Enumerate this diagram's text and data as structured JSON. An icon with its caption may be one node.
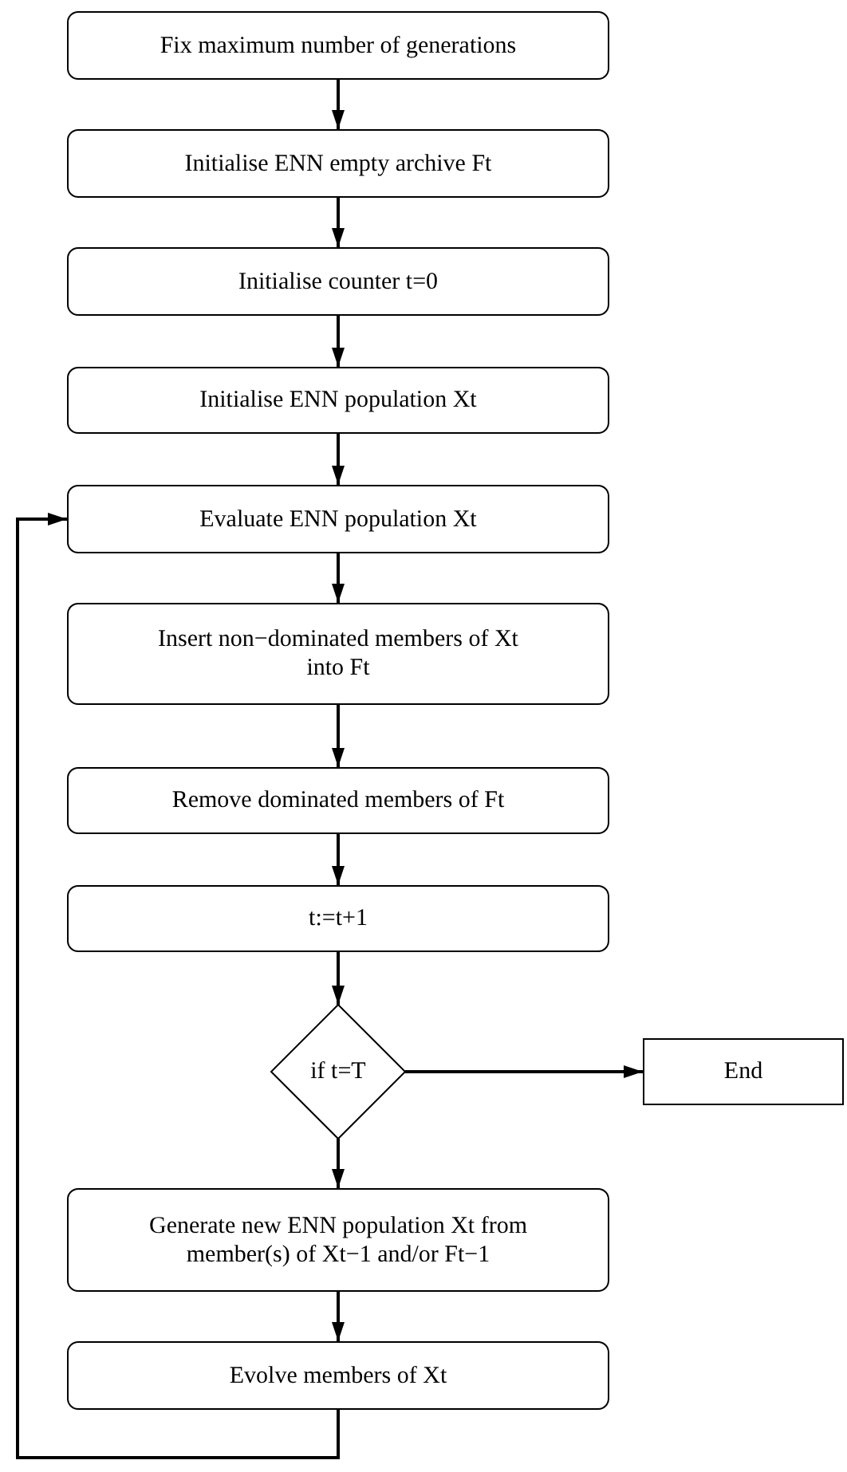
{
  "diagram": {
    "nodes": [
      {
        "text": [
          "Fix maximum number of generations"
        ]
      },
      {
        "text": [
          "Initialise ENN empty archive Ft"
        ]
      },
      {
        "text": [
          "Initialise counter t=0"
        ]
      },
      {
        "text": [
          "Initialise ENN population Xt"
        ]
      },
      {
        "text": [
          "Evaluate ENN population Xt"
        ]
      },
      {
        "text": [
          "Insert non−dominated members of Xt into Ft"
        ]
      },
      {
        "text": [
          "Remove dominated members of Ft"
        ]
      },
      {
        "text": [
          "t:=t+1"
        ]
      },
      {
        "text": [
          "if t=T"
        ]
      },
      {
        "text": [
          "End"
        ]
      },
      {
        "text": [
          "Generate new ENN population Xt from member(s) of  Xt−1 and/or Ft−1"
        ]
      },
      {
        "text": [
          "Evolve members of Xt"
        ]
      }
    ],
    "edges": [
      {
        "from": 0,
        "to": 1,
        "arrow": "to"
      },
      {
        "from": 1,
        "to": 2,
        "arrow": "to"
      },
      {
        "from": 2,
        "to": 3,
        "arrow": "to"
      },
      {
        "from": 3,
        "to": 4,
        "arrow": "to"
      },
      {
        "from": 4,
        "to": 5,
        "arrow": "to"
      },
      {
        "from": 5,
        "to": 6,
        "arrow": "to"
      },
      {
        "from": 6,
        "to": 7,
        "arrow": "to"
      },
      {
        "from": 7,
        "to": 8,
        "arrow": "to"
      },
      {
        "from": 8,
        "to": 9,
        "arrow": "to"
      },
      {
        "from": 8,
        "to": 10,
        "arrow": "to"
      },
      {
        "from": 10,
        "to": 11,
        "arrow": "to"
      },
      {
        "from": 11,
        "to": 4,
        "arrow": "to"
      }
    ]
  }
}
